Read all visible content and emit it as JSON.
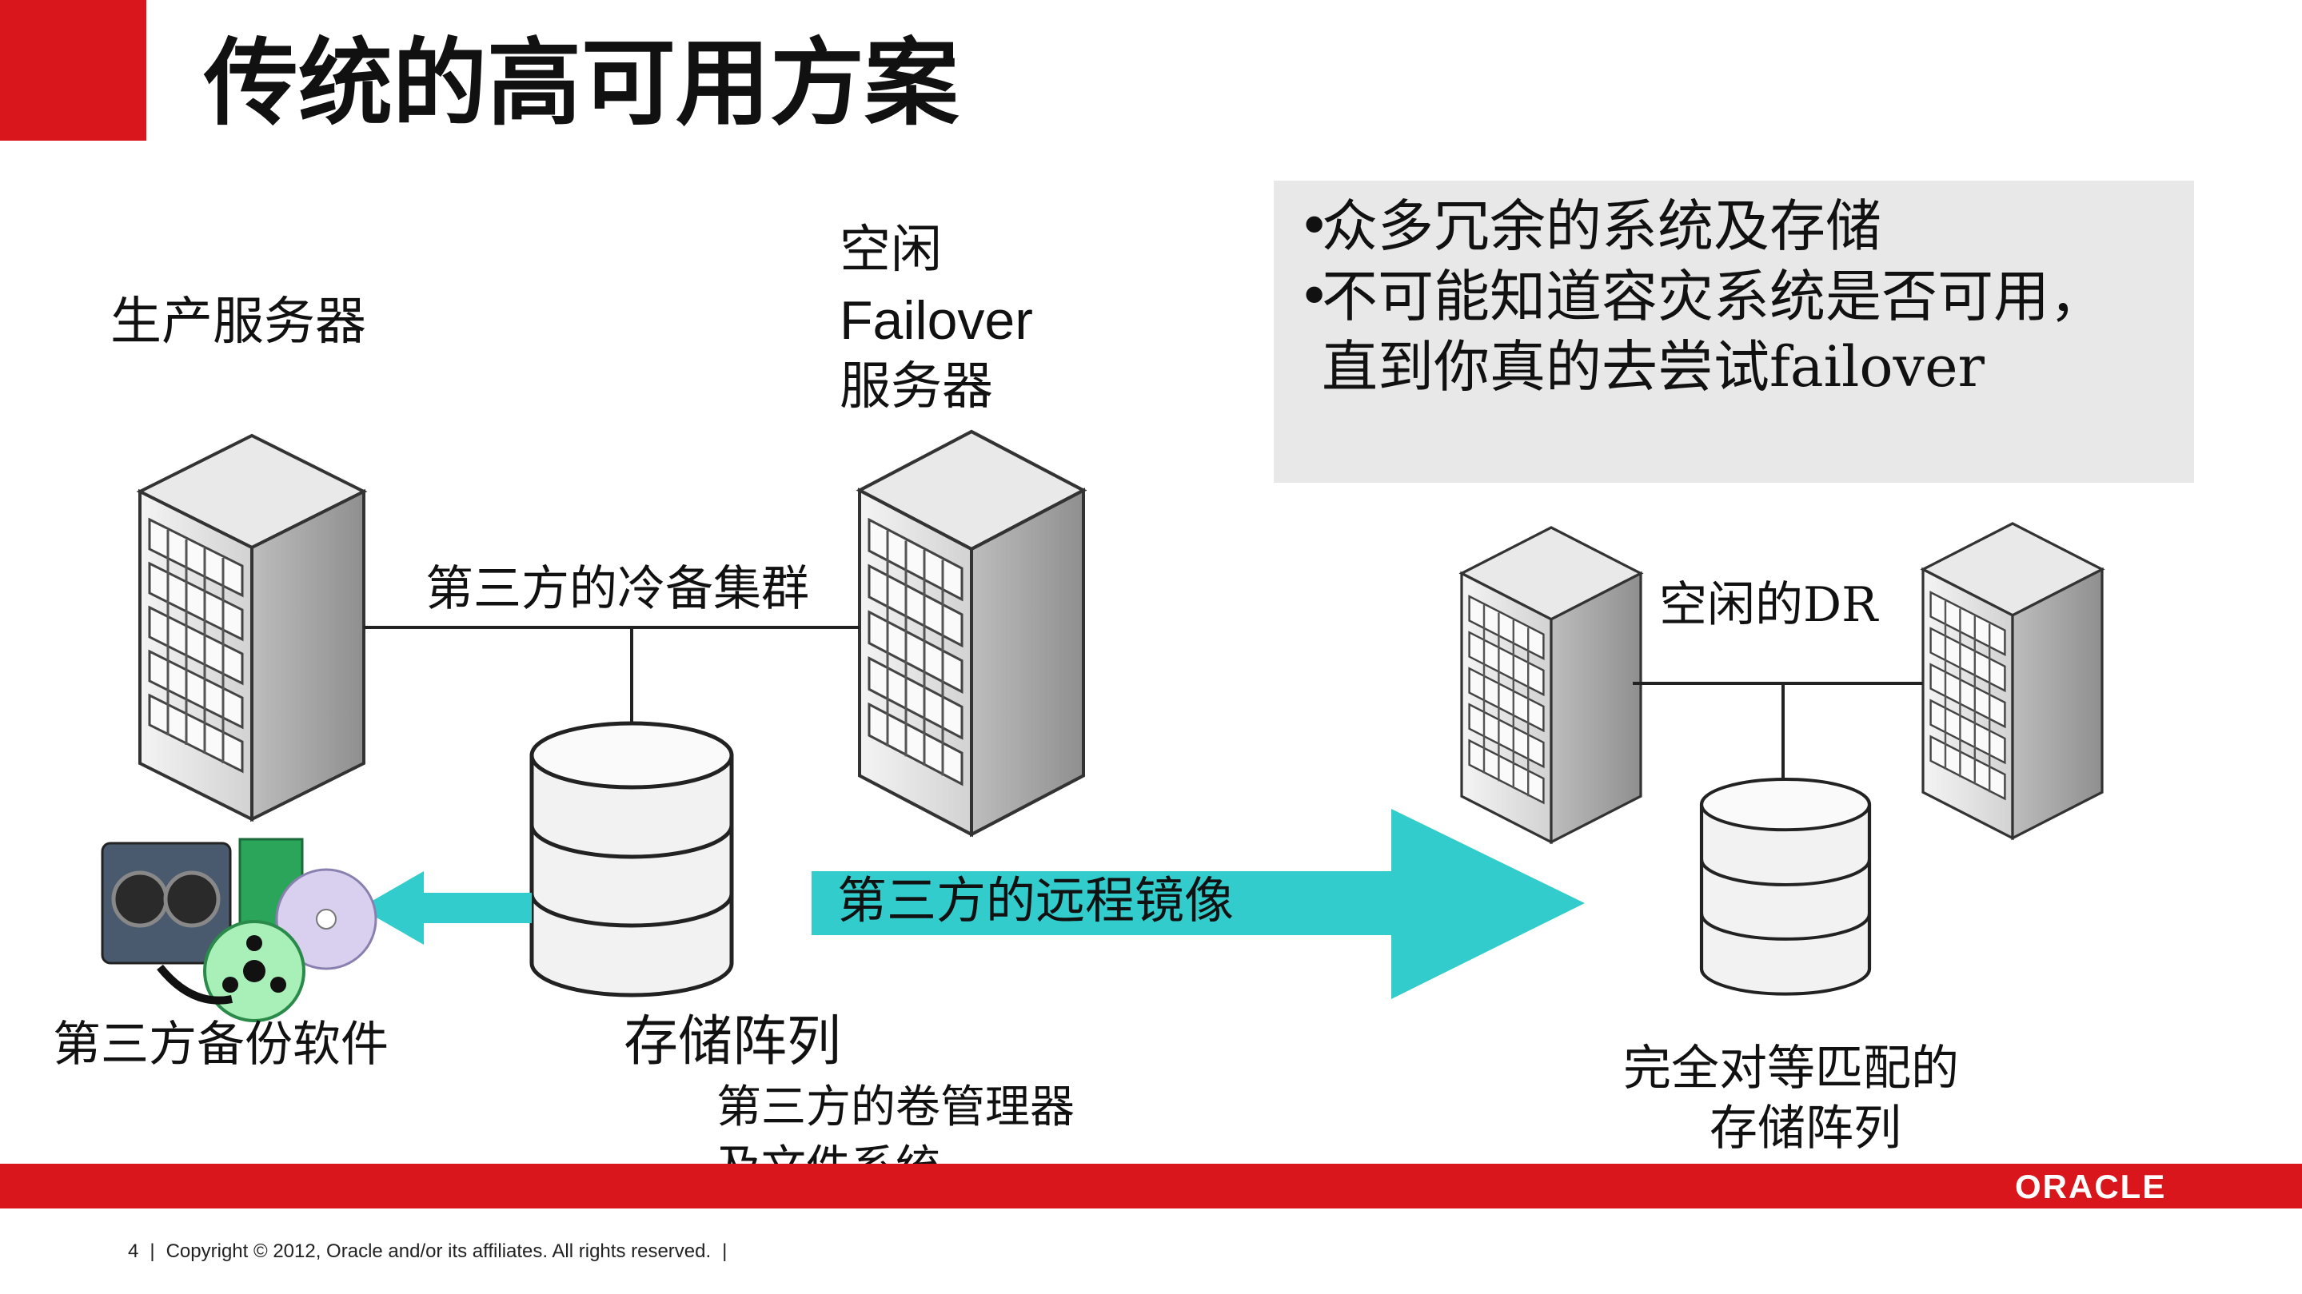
{
  "slide": {
    "title": "传统的高可用方案",
    "labels": {
      "production_server": "生产服务器",
      "idle_failover_1": "空闲",
      "idle_failover_2": "Failover",
      "idle_failover_3": "服务器",
      "cold_cluster": "第三方的冷备集群",
      "backup_software": "第三方备份软件",
      "storage_array": "存储阵列",
      "volume_manager_1": "第三方的卷管理器",
      "volume_manager_2": "及文件系统。。。",
      "remote_mirror": "第三方的远程镜像",
      "idle_dr": "空闲的DR",
      "peer_storage_1": "完全对等匹配的",
      "peer_storage_2": "存储阵列"
    },
    "callout": {
      "bullets": [
        "众多冗余的系统及存储",
        "不可能知道容灾系统是否可用，"
      ],
      "continuation": "直到你真的去尝试failover"
    }
  },
  "footer": {
    "page_number": "4",
    "copyright": "Copyright © 2012, Oracle and/or its affiliates. All rights reserved.",
    "brand": "ORACLE"
  },
  "colors": {
    "accent_red": "#d9161b",
    "arrow_teal": "#33cccc",
    "callout_gray": "#e8e8e8"
  },
  "icons": [
    "server-rack-icon",
    "storage-cylinder-icon",
    "backup-media-icon",
    "arrow-left-icon",
    "arrow-right-icon"
  ]
}
